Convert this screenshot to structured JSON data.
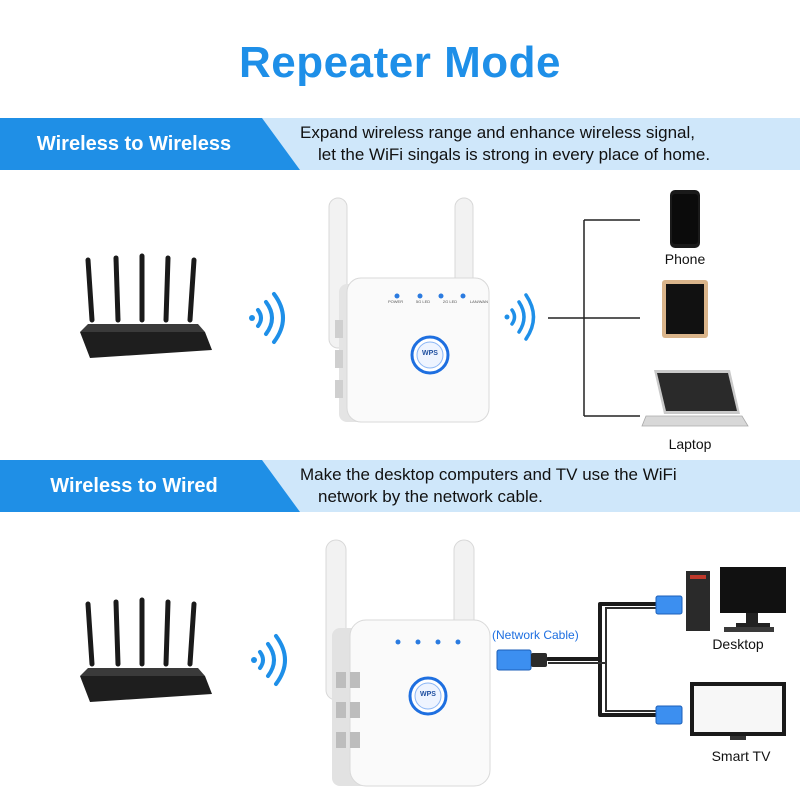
{
  "title": "Repeater Mode",
  "section1": {
    "label": "Wireless to Wireless",
    "desc_line1": "Expand wireless range and enhance wireless signal,",
    "desc_line2": "let the WiFi singals is strong in every place of home.",
    "devices": [
      "Phone",
      "Laptop"
    ],
    "led_labels": [
      "POWER",
      "5G LED",
      "2G LED",
      "LAN/WAN"
    ],
    "wps_label": "WPS"
  },
  "section2": {
    "label": "Wireless to Wired",
    "desc_line1": "Make the desktop computers and TV use the WiFi",
    "desc_line2": "network by the network cable.",
    "cable_label": "(Network Cable)",
    "devices": [
      "Desktop",
      "Smart TV"
    ],
    "wps_label": "WPS"
  },
  "colors": {
    "accent": "#1e8fe8",
    "banner_light": "#cfe7fa",
    "cable_blue": "#2b8ef0"
  },
  "icons": [
    "router-icon",
    "wifi-signal-icon",
    "repeater-icon",
    "phone-icon",
    "tablet-icon",
    "laptop-icon",
    "desktop-icon",
    "tv-icon",
    "ethernet-plug-icon"
  ]
}
